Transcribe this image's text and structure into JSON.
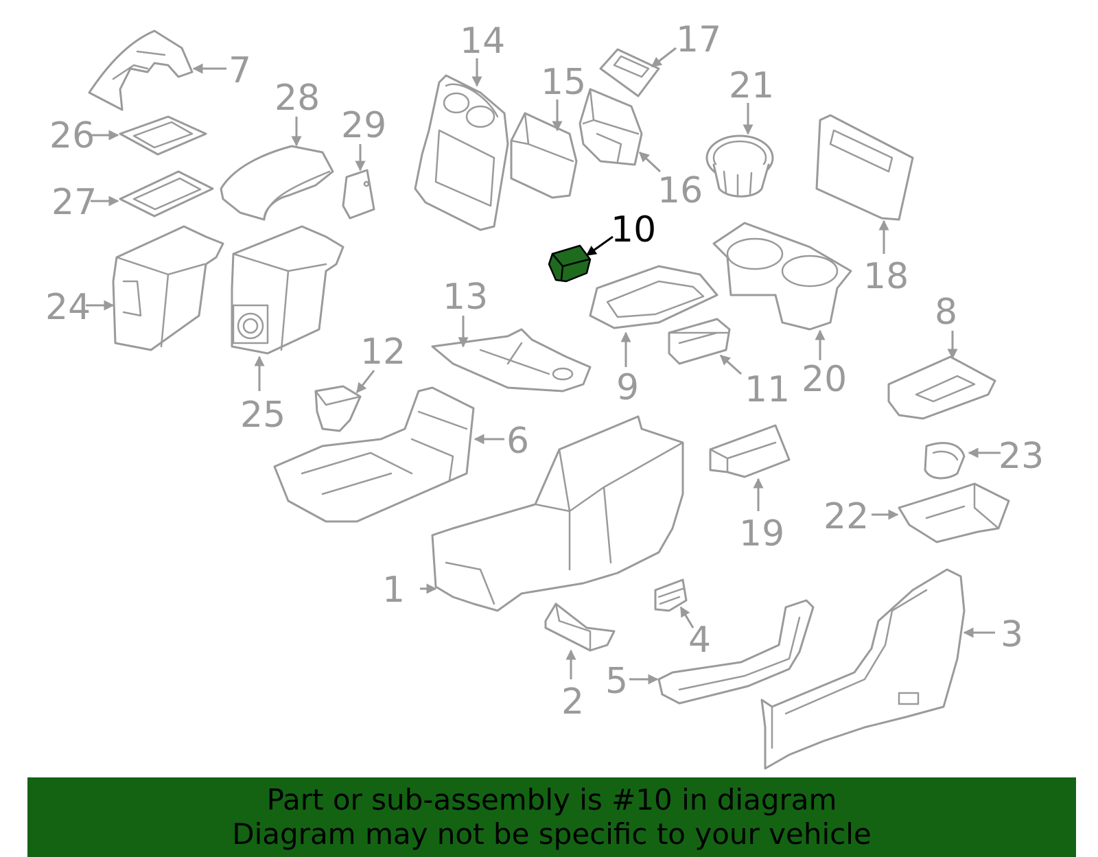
{
  "callouts": {
    "c1": "1",
    "c2": "2",
    "c3": "3",
    "c4": "4",
    "c5": "5",
    "c6": "6",
    "c7": "7",
    "c8": "8",
    "c9": "9",
    "c10": "10",
    "c11": "11",
    "c12": "12",
    "c13": "13",
    "c14": "14",
    "c15": "15",
    "c16": "16",
    "c17": "17",
    "c18": "18",
    "c19": "19",
    "c20": "20",
    "c21": "21",
    "c22": "22",
    "c23": "23",
    "c24": "24",
    "c25": "25",
    "c26": "26",
    "c27": "27",
    "c28": "28",
    "c29": "29"
  },
  "highlighted_part": "10",
  "colors": {
    "line": "#9a9a9a",
    "highlight": "#1e6b1e",
    "banner": "#136313",
    "text": "#000000"
  },
  "banner": {
    "line1": "Part or sub-assembly is #10 in diagram",
    "line2": "Diagram may not be specific to your vehicle"
  }
}
